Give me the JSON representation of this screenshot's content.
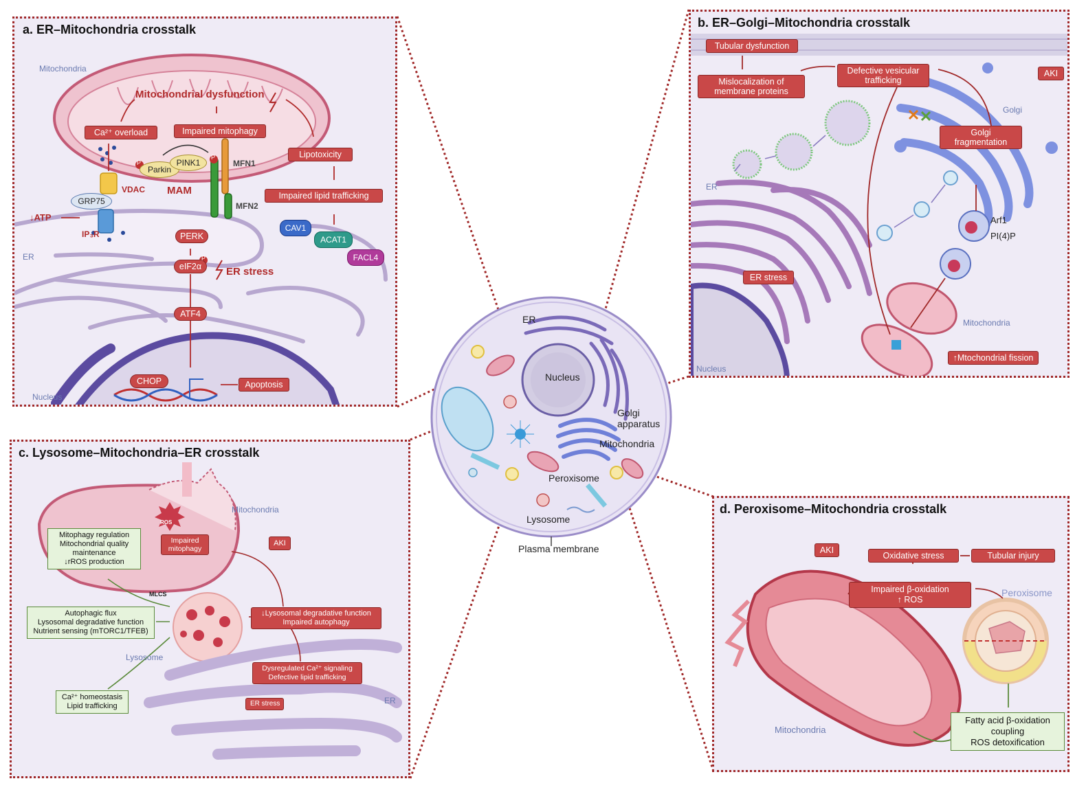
{
  "panel_a": {
    "title": "a. ER–Mitochondria crosstalk",
    "mitochondria_label": "Mitochondria",
    "mito_dysfunction": "Mitochondrial dysfunction",
    "ca_overload": "Ca²⁺ overload",
    "impaired_mitophagy": "Impaired mitophagy",
    "lipotoxicity": "Lipotoxicity",
    "impaired_lipid": "Impaired lipid trafficking",
    "parkin": "Parkin",
    "pink1": "PINK1",
    "mfn1": "MFN1",
    "mfn2": "MFN2",
    "vdac": "VDAC",
    "mam": "MAM",
    "grp75": "GRP75",
    "atp": "↓ATP",
    "ip3r": "IP₃R",
    "cav1": "CAV1",
    "acat1": "ACAT1",
    "facl4": "FACL4",
    "perk": "PERK",
    "eif2a": "eIF2α",
    "atf4": "ATF4",
    "er_stress": "ER stress",
    "er_label": "ER",
    "chop": "CHOP",
    "apoptosis": "Apoptosis",
    "nucleus_label": "Nucleus",
    "p": "P"
  },
  "panel_b": {
    "title": "b. ER–Golgi–Mitochondria crosstalk",
    "tubular_dysfunction": "Tubular dysfunction",
    "mislocalization": "Mislocalization of membrane proteins",
    "defective_vesicular": "Defective vesicular trafficking",
    "aki": "AKI",
    "golgi_label": "Golgi",
    "golgi_frag": "Golgi fragmentation",
    "er_label": "ER",
    "arf1": "Arf1",
    "pi4p": "PI(4)P",
    "er_stress": "ER stress",
    "mitochondria_label": "Mitochondria",
    "mito_fission": "↑Mtochondrial fission",
    "nucleus_label": "Nucleus"
  },
  "center": {
    "er": "ER",
    "nucleus": "Nucleus",
    "golgi": "Golgi apparatus",
    "mitochondria": "Mitochondria",
    "peroxisome": "Peroxisome",
    "lysosome": "Lysosome",
    "plasma_membrane": "Plasma membrane"
  },
  "panel_c": {
    "title": "c. Lysosome–Mitochondria–ER crosstalk",
    "mitochondria_label": "Mitochondria",
    "ros": "ROS",
    "impaired_mitophagy": "Impaired mitophagy",
    "aki": "AKI",
    "mitophagy_reg": "Mitophagy regulation\nMitochondrial quality\nmaintenance\n↓rROS production",
    "mlcs": "MLCS",
    "autophagic": "Autophagic flux\nLysosomal degradative function\nNutrient sensing (mTORC1/TFEB)",
    "lysosomal_deg": "↓Lysosomal degradative function\nImpaired autophagy",
    "lysosome_label": "Lysosome",
    "dysregulated": "Dysregulated Ca²⁺ signaling\nDefective lipid trafficking",
    "ca_homeo": "Ca²⁺ homeostasis\nLipid trafficking",
    "er_stress": "ER stress",
    "er_label": "ER"
  },
  "panel_d": {
    "title": "d. Peroxisome–Mitochondria crosstalk",
    "aki": "AKI",
    "oxidative": "Oxidative stress",
    "tubular_injury": "Tubular injury",
    "impaired_beta": "Impaired β-oxidation\n↑ ROS",
    "peroxisome_label": "Peroxisome",
    "fatty_acid": "Fatty acid β-oxidation\ncoupling\nROS detoxification",
    "mitochondria_label": "Mitochondria"
  }
}
